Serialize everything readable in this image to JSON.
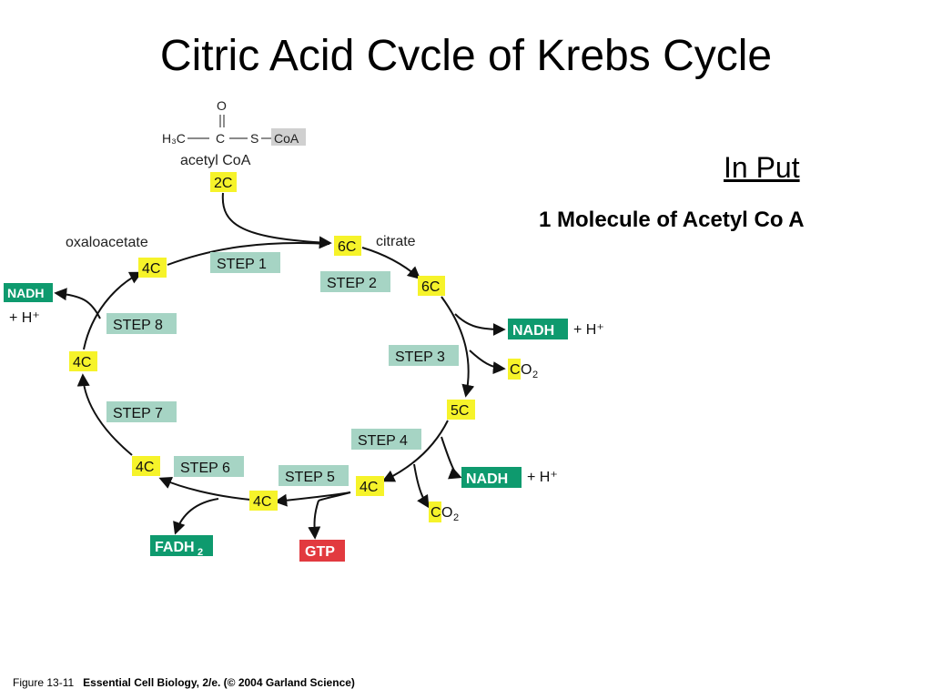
{
  "title": "Citric Acid Cvcle of Krebs Cycle",
  "input": {
    "heading": "In Put",
    "text": "1 Molecule of Acetyl Co A"
  },
  "caption": {
    "figure": "Figure 13-11",
    "source": "Essential Cell Biology, 2/e. (© 2004 Garland Science)"
  },
  "molecule": {
    "oxygen": "O",
    "formula_left": "H₃C",
    "carbon": "C",
    "sulfur": "S",
    "coa": "CoA",
    "name": "acetyl CoA"
  },
  "names": {
    "oxaloacetate": "oxaloacetate",
    "citrate": "citrate"
  },
  "carbons": {
    "acetyl": "2C",
    "citrate": "6C",
    "isocitrate": "6C",
    "ketoglutarate": "5C",
    "succinyl": "4C",
    "succinate": "4C",
    "fumarate": "4C",
    "malate": "4C",
    "oxaloacetate": "4C"
  },
  "steps": [
    "STEP 1",
    "STEP 2",
    "STEP 3",
    "STEP 4",
    "STEP 5",
    "STEP 6",
    "STEP 7",
    "STEP 8"
  ],
  "products": {
    "nadh": "NADH",
    "hplus": "+ H⁺",
    "co2_c": "C",
    "co2_o": "O",
    "co2_sub": "2",
    "fadh": "FADH",
    "fadh_sub": "2",
    "gtp": "GTP"
  },
  "colors": {
    "carbon_box": "#f6f32a",
    "step_box": "#a6d4c4",
    "nadh_box": "#0e9a6e",
    "gtp_box": "#e23a3f",
    "coa_box": "#d0d0d0"
  }
}
